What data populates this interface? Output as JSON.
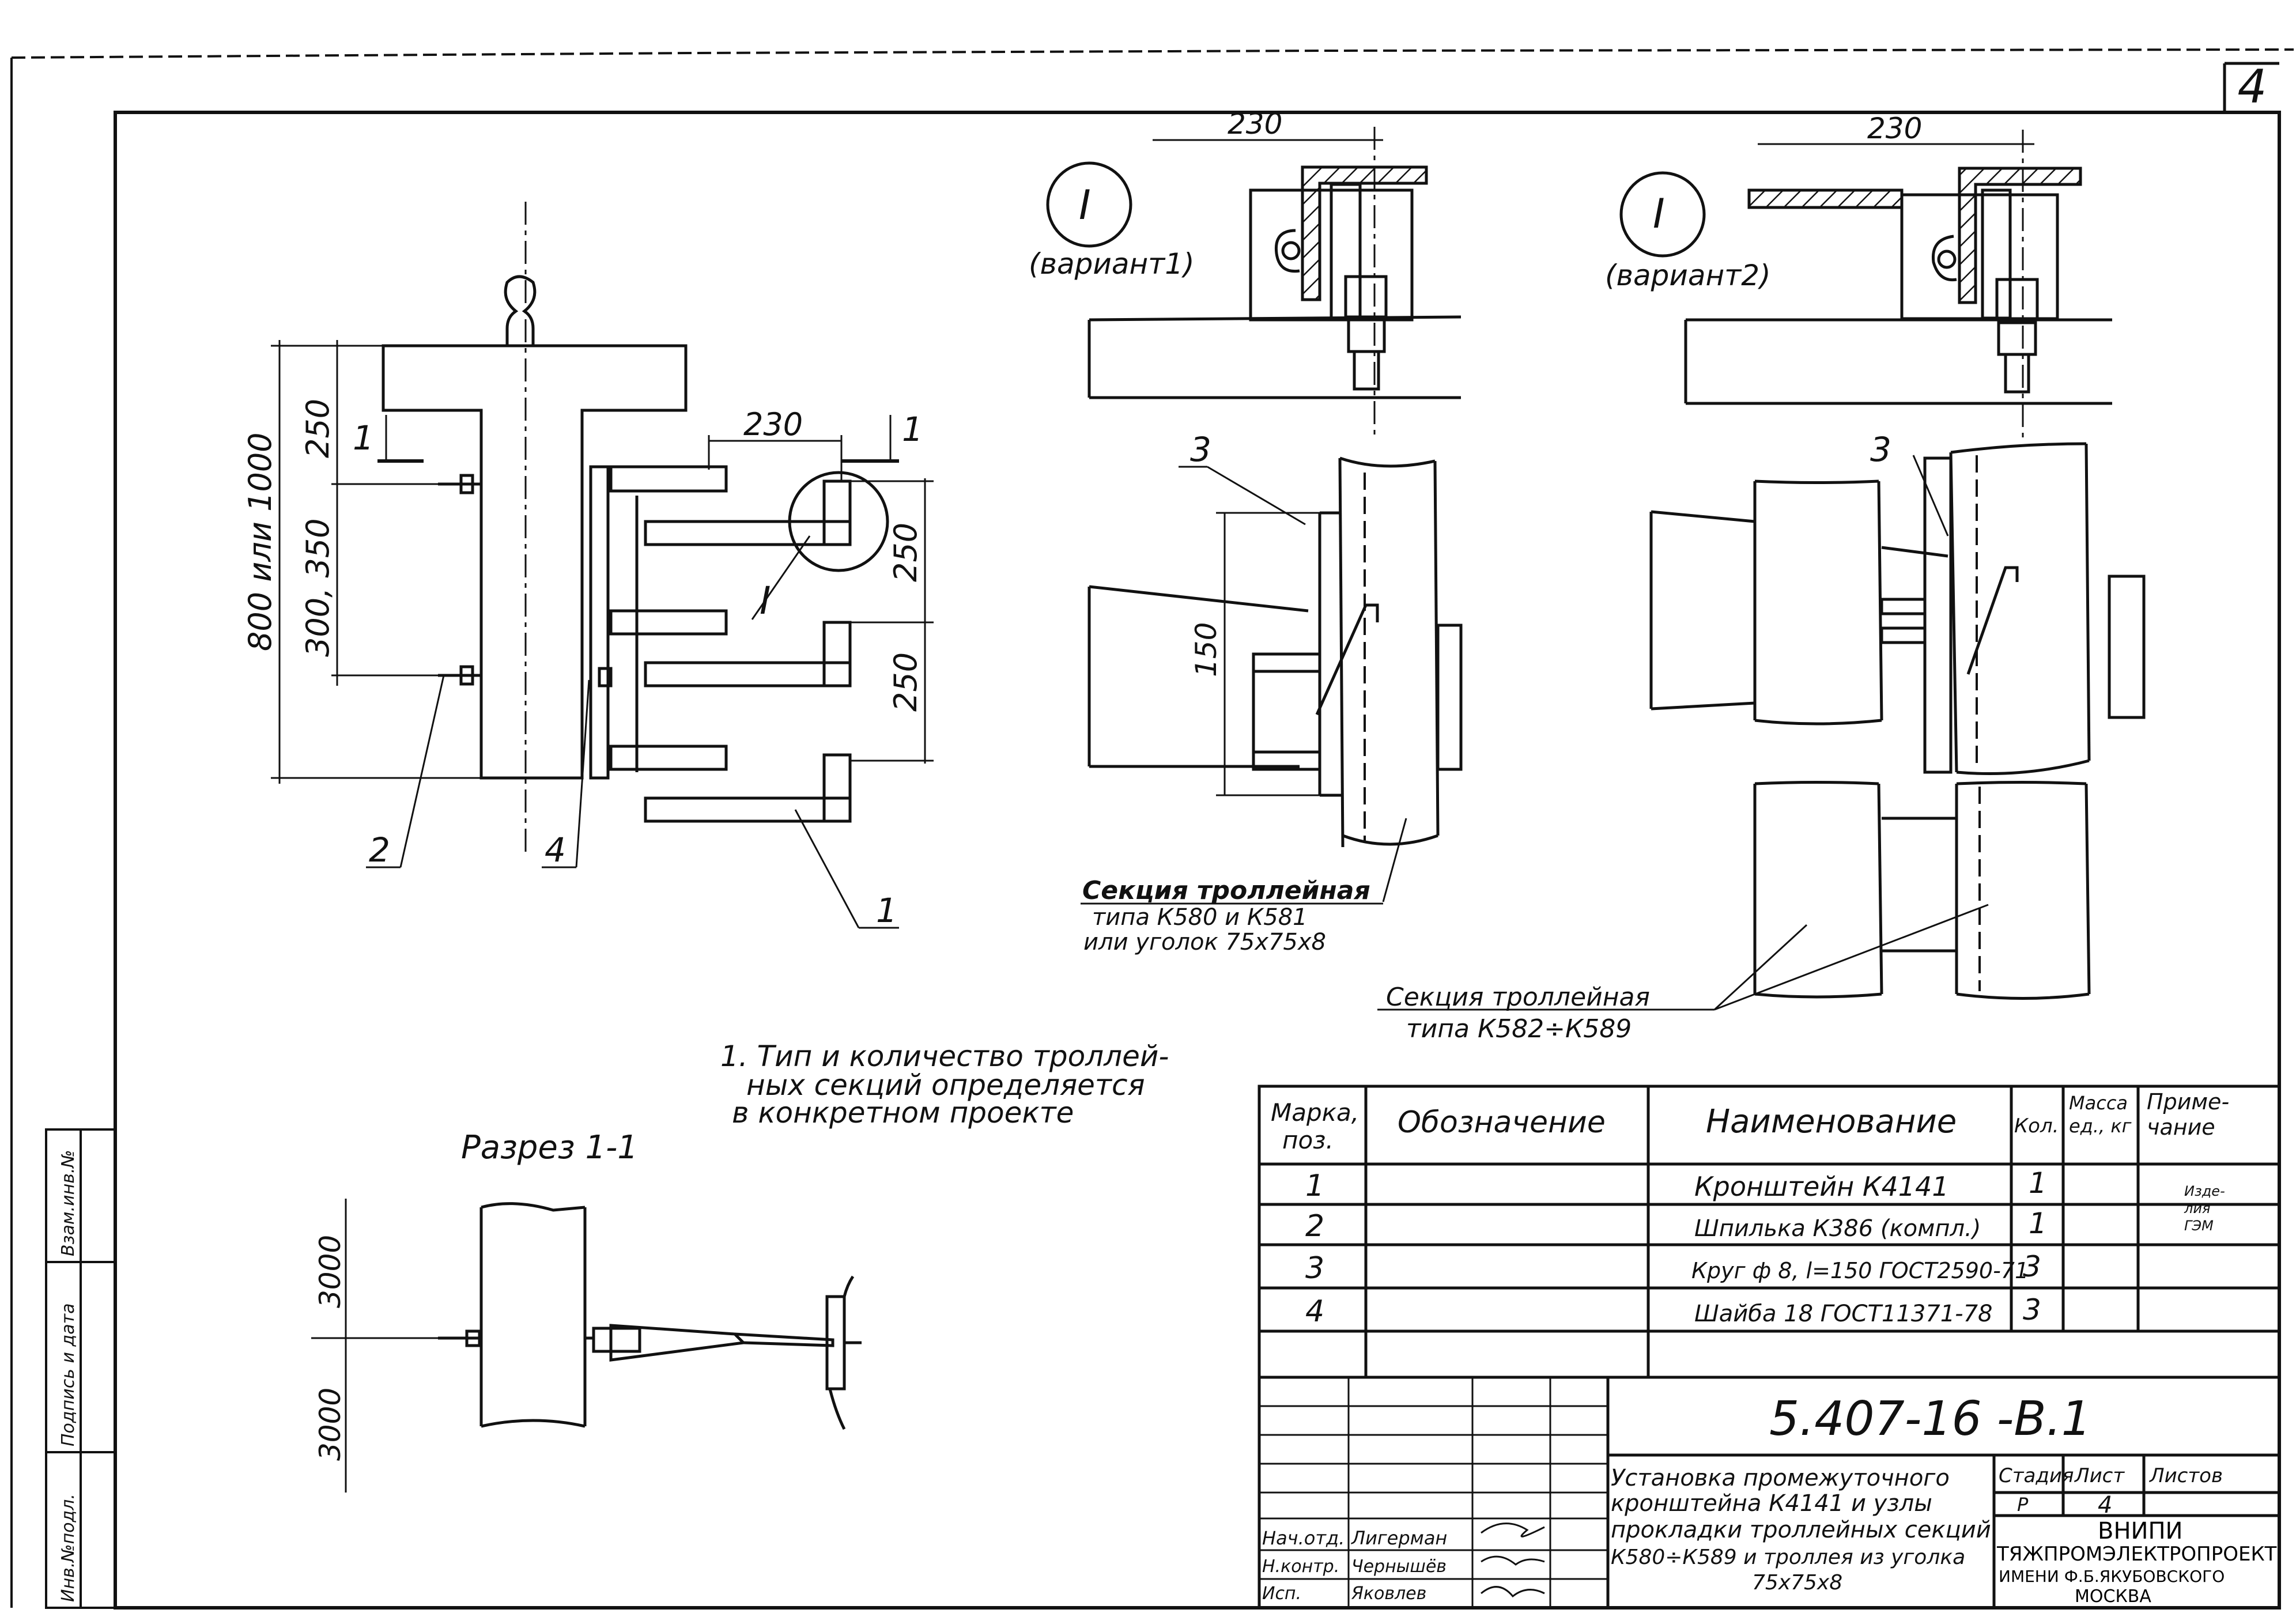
{
  "sheet_number": "4",
  "detail_mark": "I",
  "variant1": {
    "label": "(вариант1)",
    "dim": "230"
  },
  "variant2": {
    "label": "(вариант2)",
    "dim": "230"
  },
  "main_view": {
    "dim_overall": "800 или 1000",
    "dim_top": "250",
    "dim_mid": "300, 350",
    "dim_width": "230",
    "dim_right_1": "250",
    "dim_right_2": "250",
    "cut_mark": "1",
    "callout_detail": "I",
    "pos_1": "1",
    "pos_2": "2",
    "pos_4": "4"
  },
  "side_view_left": {
    "pos_3": "3",
    "dim_150": "150",
    "caption_1": "Секция троллейная",
    "caption_2": "типа К580 и К581",
    "caption_3": "или уголок 75x75x8"
  },
  "side_view_right": {
    "pos_3": "3",
    "caption_1": "Секция троллейная",
    "caption_2": "типа К582÷К589"
  },
  "note": {
    "line1": "1. Тип и количество троллей-",
    "line2": "ных секций определяется",
    "line3": "в конкретном проекте"
  },
  "section_view": {
    "title": "Разрез 1-1",
    "dim_upper": "3000",
    "dim_lower": "3000"
  },
  "spec_table": {
    "headers": {
      "mark": "Марка, поз.",
      "designation": "Обозначение",
      "name": "Наименование",
      "qty": "Кол.",
      "mass": "Масса ед., кг",
      "note": "Приме- чание"
    },
    "rows": [
      {
        "pos": "1",
        "name": "Кронштейн К4141",
        "qty": "1",
        "note": "Изде- лия ГЭМ"
      },
      {
        "pos": "2",
        "name": "Шпилька К386 (компл.)",
        "qty": "1",
        "note": ""
      },
      {
        "pos": "3",
        "name": "Круг ф 8, l=150 ГОСТ2590-71",
        "qty": "3",
        "note": ""
      },
      {
        "pos": "4",
        "name": "Шайба 18 ГОСТ11371-78",
        "qty": "3",
        "note": ""
      }
    ]
  },
  "title_block": {
    "code": "5.407-16 -В.1",
    "title_l1": "Установка промежуточного",
    "title_l2": "кронштейна К4141 и узлы",
    "title_l3": "прокладки троллейных секций",
    "title_l4": "К580÷К589 и троллея из уголка",
    "title_l5": "75x75x8",
    "stage_label": "Стадия",
    "sheet_label": "Лист",
    "sheets_label": "Листов",
    "stage": "Р",
    "sheet": "4",
    "org_1": "ВНИПИ",
    "org_2": "ТЯЖПРОМЭЛЕКТРОПРОЕКТ",
    "org_3": "ИМЕНИ Ф.Б.ЯКУБОВСКОГО",
    "org_4": "МОСКВА",
    "people": [
      {
        "role": "Нач.отд.",
        "name": "Лигерман"
      },
      {
        "role": "Н.контр.",
        "name": "Чернышёв"
      },
      {
        "role": "Исп.",
        "name": "Яковлев"
      }
    ]
  },
  "side_strip": {
    "inv_sub": "Инв.№подл.",
    "sign_date": "Подпись и дата",
    "inv_repl": "Взам.инв.№"
  }
}
